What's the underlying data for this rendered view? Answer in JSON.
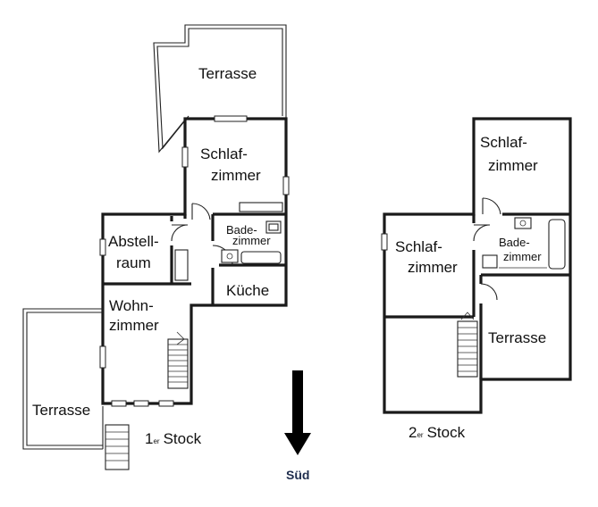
{
  "floor1": {
    "terrace_top": "Terrasse",
    "bedroom_line1": "Schlaf-",
    "bedroom_line2": "zimmer",
    "bath_line1": "Bade-",
    "bath_line2": "zimmer",
    "storage_line1": "Abstell-",
    "storage_line2": "raum",
    "kitchen": "Küche",
    "living_line1": "Wohn-",
    "living_line2": "zimmer",
    "terrace_left": "Terrasse",
    "floor_num": "1",
    "floor_suffix": "er",
    "floor_word": "Stock"
  },
  "floor2": {
    "bedroom_top_line1": "Schlaf-",
    "bedroom_top_line2": "zimmer",
    "bedroom_left_line1": "Schlaf-",
    "bedroom_left_line2": "zimmer",
    "bath_line1": "Bade-",
    "bath_line2": "zimmer",
    "terrace": "Terrasse",
    "floor_num": "2",
    "floor_suffix": "er",
    "floor_word": "Stock"
  },
  "compass": {
    "label": "Süd",
    "icon": "arrow-down-icon"
  },
  "colors": {
    "wall": "#1a1a1a",
    "south_label": "#1f2d4d"
  }
}
